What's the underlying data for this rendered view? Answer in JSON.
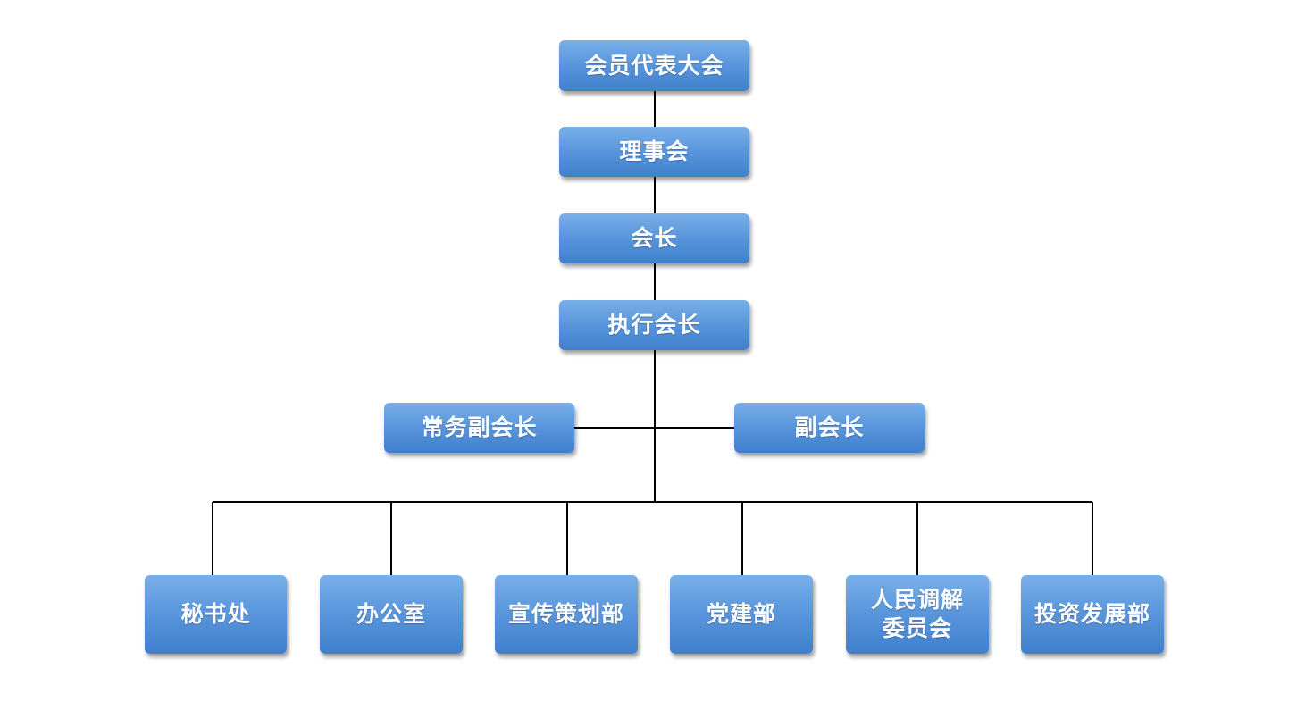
{
  "org_chart": {
    "levels": {
      "assembly": "会员代表大会",
      "council": "理事会",
      "president": "会长",
      "executive_president": "执行会长",
      "standing_vice_president": "常务副会长",
      "vice_president": "副会长"
    },
    "departments": [
      "秘书处",
      "办公室",
      "宣传策划部",
      "党建部",
      "人民调解\n委员会",
      "投资发展部"
    ]
  },
  "colors": {
    "box_top": "#79b0ea",
    "box_bottom": "#3f7fcd",
    "text": "#ffffff",
    "line": "#000000"
  }
}
